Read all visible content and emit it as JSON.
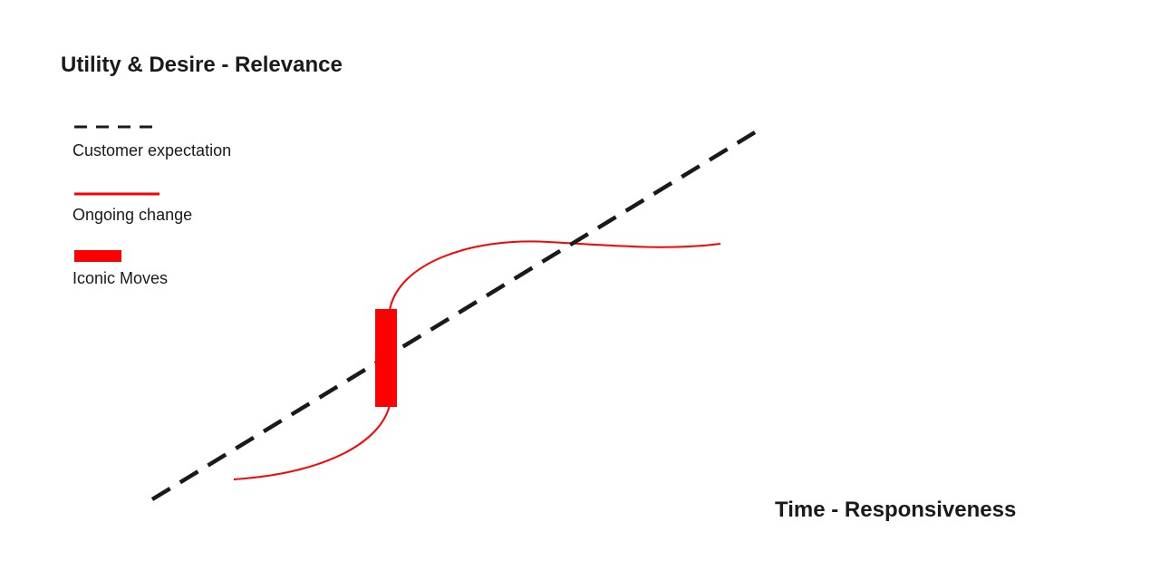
{
  "diagram": {
    "y_axis_title": "Utility & Desire - Relevance",
    "x_axis_title": "Time - Responsiveness",
    "colors": {
      "expectation": "#1a1a1a",
      "change": "#ff0000",
      "iconic": "#ff0000"
    },
    "legend": [
      {
        "key": "expectation",
        "label": "Customer expectation",
        "style": "dashed-line"
      },
      {
        "key": "change",
        "label": "Ongoing change",
        "style": "solid-line"
      },
      {
        "key": "iconic",
        "label": "Iconic Moves",
        "style": "bar"
      }
    ]
  }
}
